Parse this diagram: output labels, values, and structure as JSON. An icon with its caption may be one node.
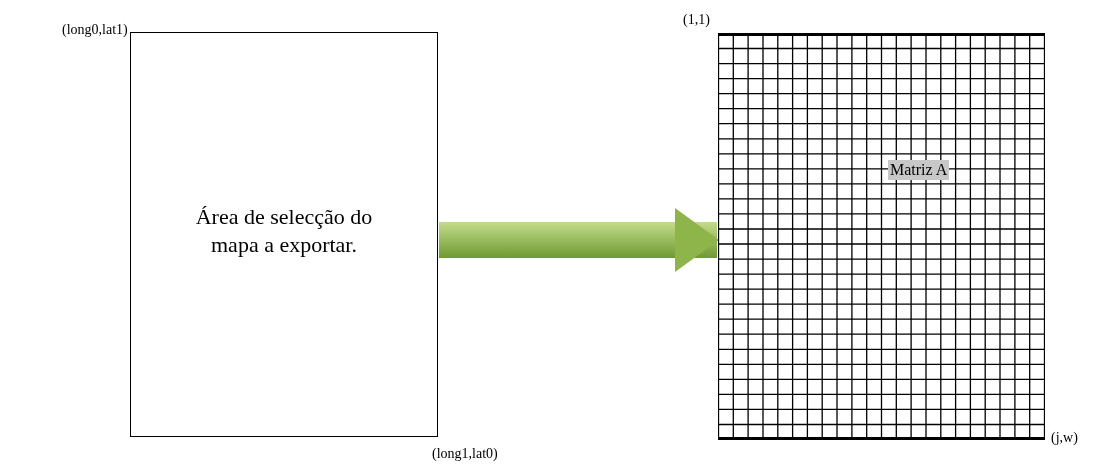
{
  "diagram": {
    "nodes": [
      {
        "text": [
          "Área de selecção do mapa a exportar."
        ],
        "beside": [
          "(long0,lat1)",
          "(long1,lat0)"
        ]
      },
      {
        "text": [
          "Matriz A"
        ],
        "beside": [
          "(1,1)",
          "(j,w)"
        ]
      }
    ],
    "edges": [
      {
        "from": 0,
        "to": 1,
        "arrow": "to"
      }
    ]
  }
}
